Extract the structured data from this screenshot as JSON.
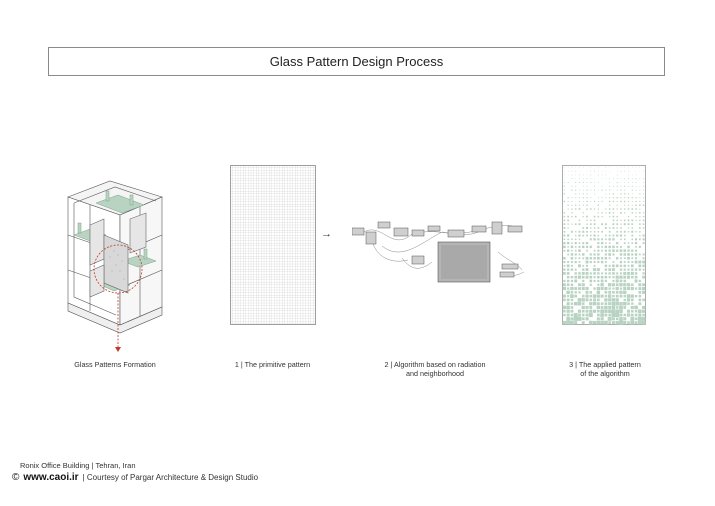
{
  "title": "Glass Pattern Design Process",
  "captions": {
    "formation": "Glass Patterns Formation",
    "step1": "1 | The primitive pattern",
    "step2_line1": "2 | Algorithm based on radiation",
    "step2_line2": "and neighborhood",
    "step3_line1": "3 | The applied pattern",
    "step3_line2": "of the algorithm"
  },
  "arrow": "→",
  "footer": {
    "project": "Ronix Office Building | Tehran, Iran",
    "copyright_symbol": "©",
    "site": "www.caoi.ir",
    "courtesy": "| Courtesy of Pargar Architecture & Design Studio"
  },
  "colors": {
    "green": "#b9d3c2",
    "dark_green": "#7aa58a",
    "accent_red": "#c0392b",
    "grid_line": "#b0b0b0"
  }
}
